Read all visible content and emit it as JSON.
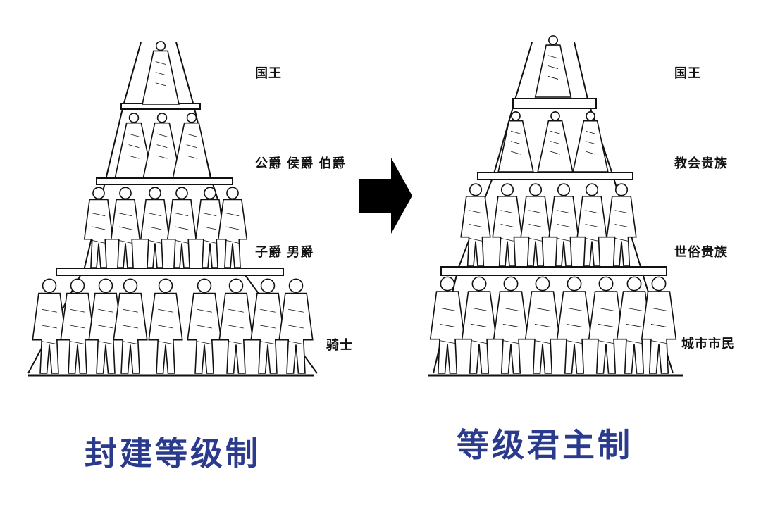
{
  "left_diagram": {
    "title": "封建等级制",
    "tiers": [
      {
        "label": "国王"
      },
      {
        "label": "公爵  侯爵  伯爵"
      },
      {
        "label": "子爵    男爵"
      },
      {
        "label": "骑士"
      }
    ]
  },
  "right_diagram": {
    "title": "等级君主制",
    "tiers": [
      {
        "label": "国王"
      },
      {
        "label": "教会贵族"
      },
      {
        "label": "世俗贵族"
      },
      {
        "label": "城市市民"
      }
    ]
  },
  "colors": {
    "title": "#2a3a8c",
    "line": "#111111",
    "arrow": "#000000"
  },
  "icons": {
    "arrow": "right-arrow-icon",
    "figure": "person-figure-icon"
  }
}
